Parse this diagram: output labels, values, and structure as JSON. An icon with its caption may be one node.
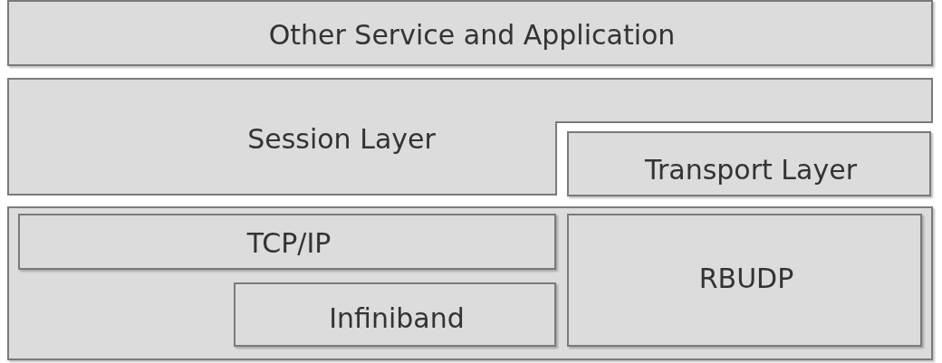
{
  "diagram": {
    "nodes": [
      {
        "text": [
          "Other Service and Application"
        ]
      },
      {
        "text": [
          "Session Layer"
        ]
      },
      {
        "text": [
          "Transport Layer"
        ]
      },
      {
        "text": [],
        "shape": "box"
      },
      {
        "text": [
          "TCP/IP"
        ],
        "in": 3
      },
      {
        "text": [
          "Infiniband"
        ],
        "in": 3
      },
      {
        "text": [
          "RBUDP"
        ],
        "in": 3
      }
    ]
  }
}
